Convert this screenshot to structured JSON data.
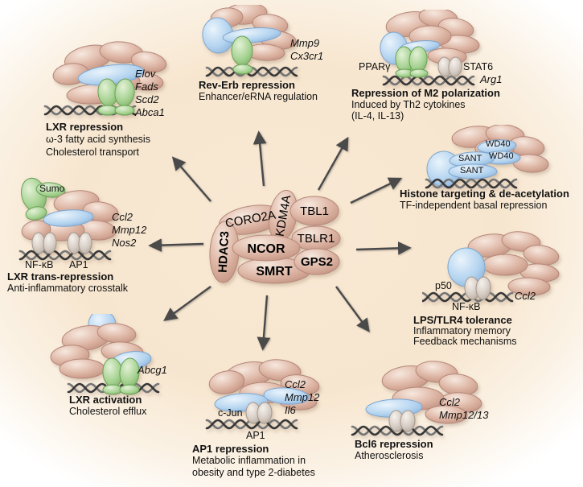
{
  "center_complex": {
    "subunits": [
      "HDAC3",
      "CORO2A",
      "KDM4A",
      "TBL1",
      "TBLR1",
      "NCOR",
      "SMRT",
      "GPS2"
    ]
  },
  "modules": {
    "lxr_repression": {
      "title": "LXR repression",
      "lines": [
        "ω-3 fatty acid synthesis",
        "Cholesterol transport"
      ],
      "genes": [
        "Elov",
        "Fads",
        "Scd2",
        "Abca1"
      ]
    },
    "rev_erb": {
      "title": "Rev-Erb repression",
      "lines": [
        "Enhancer/eRNA regulation"
      ],
      "genes": [
        "Mmp9",
        "Cx3cr1"
      ]
    },
    "m2_polarization": {
      "title": "Repression of M2 polarization",
      "lines": [
        "Induced by Th2 cytokines",
        "(IL-4, IL-13)"
      ],
      "genes": [
        "Arg1"
      ],
      "labels": {
        "ppar": "PPARγ",
        "stat6": "STAT6"
      }
    },
    "histone_targeting": {
      "title": "Histone targeting & de-acetylation",
      "lines": [
        "TF-independent basal repression"
      ],
      "labels": {
        "sant1": "SANT",
        "sant2": "SANT",
        "wd1": "WD40",
        "wd2": "WD40"
      }
    },
    "lps_tlr4": {
      "title": "LPS/TLR4 tolerance",
      "lines": [
        "Inflammatory memory",
        "Feedback mechanisms"
      ],
      "genes": [
        "Ccl2"
      ],
      "labels": {
        "p50": "p50",
        "nfkb": "NF-κB"
      }
    },
    "bcl6": {
      "title": "Bcl6 repression",
      "lines": [
        "Atherosclerosis"
      ],
      "genes": [
        "Ccl2",
        "Mmp12/13"
      ]
    },
    "ap1": {
      "title": "AP1 repression",
      "lines": [
        "Metabolic inflammation in",
        "obesity and type 2-diabetes"
      ],
      "genes": [
        "Ccl2",
        "Mmp12",
        "Il6"
      ],
      "labels": {
        "cjun": "c-Jun",
        "ap1": "AP1"
      }
    },
    "lxr_activation": {
      "title": "LXR activation",
      "lines": [
        "Cholesterol efflux"
      ],
      "genes": [
        "Abcg1"
      ]
    },
    "lxr_trans": {
      "title": "LXR trans-repression",
      "lines": [
        "Anti-inflammatory crosstalk"
      ],
      "genes": [
        "Ccl2",
        "Mmp12",
        "Nos2"
      ],
      "labels": {
        "sumo": "Sumo",
        "nfkb": "NF-κB",
        "ap1": "AP1"
      }
    }
  },
  "colors": {
    "background_center": "#f8e8d3",
    "pink": "#ddb5a4",
    "blue": "#b3d3ef",
    "green": "#a6d292",
    "gray": "#d8cfc7",
    "arrow": "#4a4a4a",
    "dna": "#3a3a3a"
  }
}
